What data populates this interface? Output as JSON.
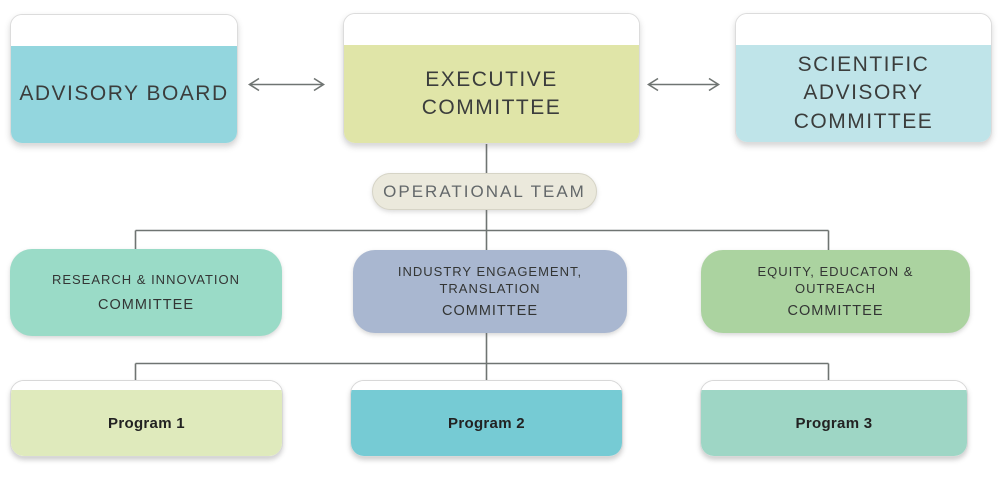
{
  "diagram": {
    "title": "Organisational structure chart",
    "line_color": "#6f7472",
    "background": "#ffffff"
  },
  "top_row": {
    "advisory_board": {
      "label": "ADVISORY BOARD",
      "color": "#93d6de"
    },
    "executive_committee": {
      "label": "EXECUTIVE COMMITTEE",
      "color": "#e0e5a8"
    },
    "scientific_advisory": {
      "line1": "SCIENTIFIC ADVISORY",
      "line2": "COMMITTEE",
      "color": "#bfe4e9"
    }
  },
  "operational_team": {
    "label": "OPERATIONAL TEAM",
    "color": "#ebe9dc"
  },
  "committees": {
    "research": {
      "line1": "RESEARCH & INNOVATION",
      "committee": "COMMITTEE",
      "color": "#9adbc7"
    },
    "industry": {
      "line1": "INDUSTRY ENGAGEMENT,",
      "line2": "TRANSLATION",
      "committee": "COMMITTEE",
      "color": "#a9b7d0"
    },
    "equity": {
      "line1": "EQUITY, EDUCATON &",
      "line2": "OUTREACH",
      "committee": "COMMITTEE",
      "color": "#abd3a0"
    }
  },
  "programs": [
    {
      "label": "Program 1",
      "color": "#dfeabc"
    },
    {
      "label": "Program 2",
      "color": "#76cbd4"
    },
    {
      "label": "Program 3",
      "color": "#9ed6c5"
    }
  ]
}
